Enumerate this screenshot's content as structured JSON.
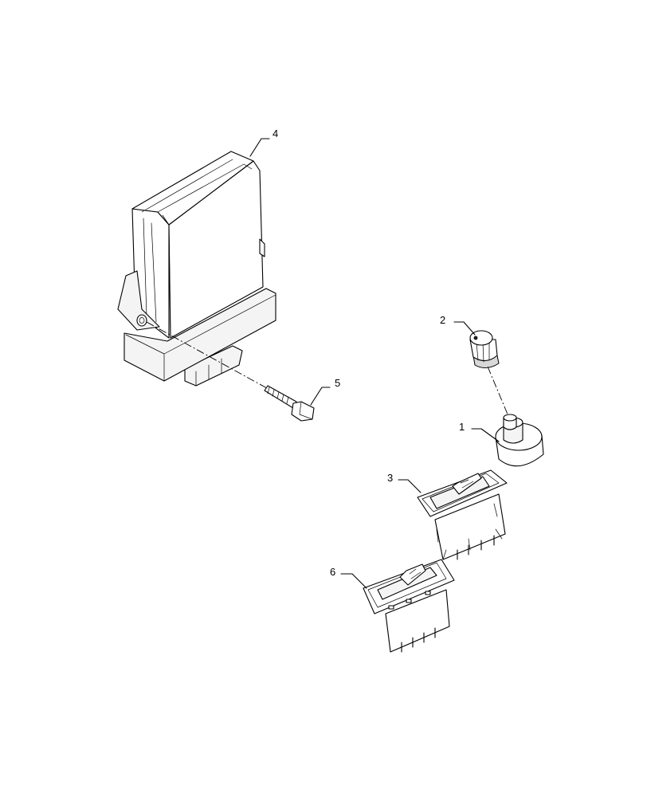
{
  "callouts": [
    {
      "id": "1",
      "label": "1"
    },
    {
      "id": "2",
      "label": "2"
    },
    {
      "id": "3",
      "label": "3"
    },
    {
      "id": "4",
      "label": "4"
    },
    {
      "id": "5",
      "label": "5"
    },
    {
      "id": "6",
      "label": "6"
    }
  ],
  "parts": [
    "control-module",
    "bolt",
    "knob",
    "potentiometer",
    "rocker-switch",
    "rocker-switch"
  ]
}
